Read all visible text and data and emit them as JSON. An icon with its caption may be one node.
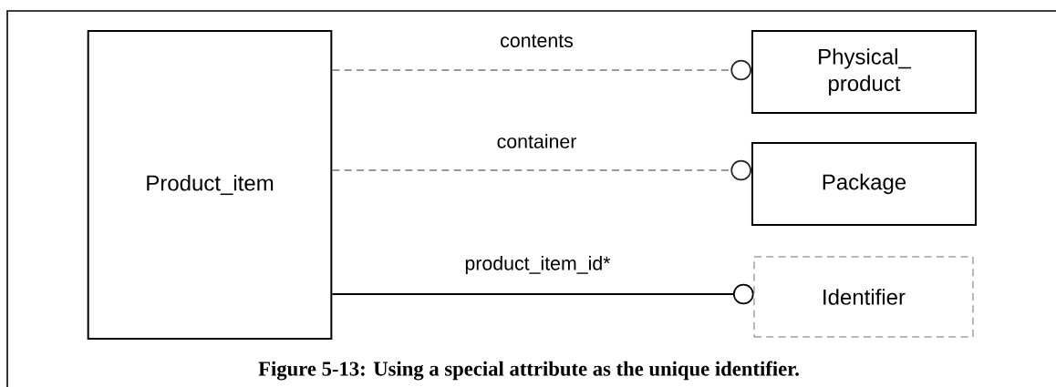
{
  "diagram": {
    "caption": "Figure 5-13: Using a special attribute as the unique identifier.",
    "nodes": [
      {
        "text": [
          "Product_item"
        ]
      },
      {
        "text": [
          "Physical_ product"
        ]
      },
      {
        "text": [
          "Package"
        ]
      },
      {
        "text": [
          "Identifier"
        ]
      }
    ],
    "edges": [
      {
        "from": 0,
        "to": 1,
        "arrow": "other",
        "label": "contents",
        "style": "dashed"
      },
      {
        "from": 0,
        "to": 2,
        "arrow": "other",
        "label": "container",
        "style": "dashed"
      },
      {
        "from": 0,
        "to": 3,
        "arrow": "other",
        "label": "product_item_id*"
      }
    ]
  }
}
